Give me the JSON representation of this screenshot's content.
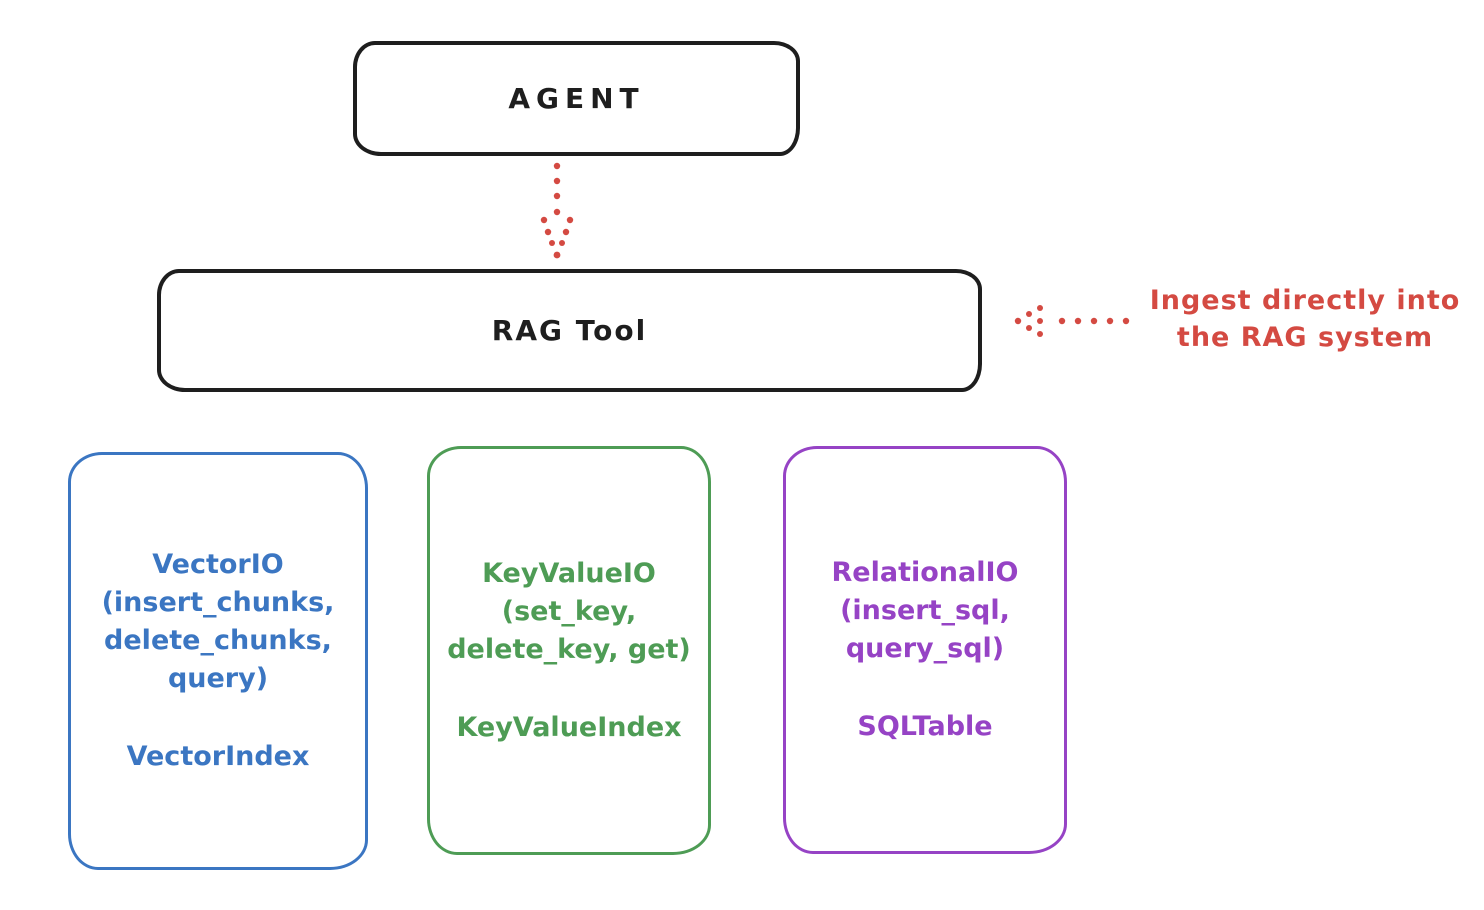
{
  "canvas": {
    "background": "#ffffff"
  },
  "diagram": {
    "agent_box": {
      "label": "AGENT",
      "stroke": "#1e1e1e"
    },
    "rag_box": {
      "label": "RAG Tool",
      "stroke": "#1e1e1e"
    },
    "agent_to_rag_arrow": {
      "color": "#d44a42",
      "style": "dotted",
      "direction": "down"
    },
    "ingest_annotation": {
      "line1": "Ingest directly into",
      "line2": "the RAG system",
      "color": "#d44a42",
      "arrow_style": "dotted",
      "arrow_direction": "left"
    },
    "io_boxes": [
      {
        "name": "vector-io",
        "color": "#3b76c2",
        "lines": [
          "VectorIO",
          "(insert_chunks,",
          "delete_chunks,",
          "query)"
        ],
        "index_label": "VectorIndex"
      },
      {
        "name": "keyvalue-io",
        "color": "#4e9c55",
        "lines": [
          "KeyValueIO",
          "(set_key,",
          "delete_key, get)"
        ],
        "index_label": "KeyValueIndex"
      },
      {
        "name": "relational-io",
        "color": "#9643c5",
        "lines": [
          "RelationalIO",
          "(insert_sql,",
          "query_sql)"
        ],
        "index_label": "SQLTable"
      }
    ]
  }
}
